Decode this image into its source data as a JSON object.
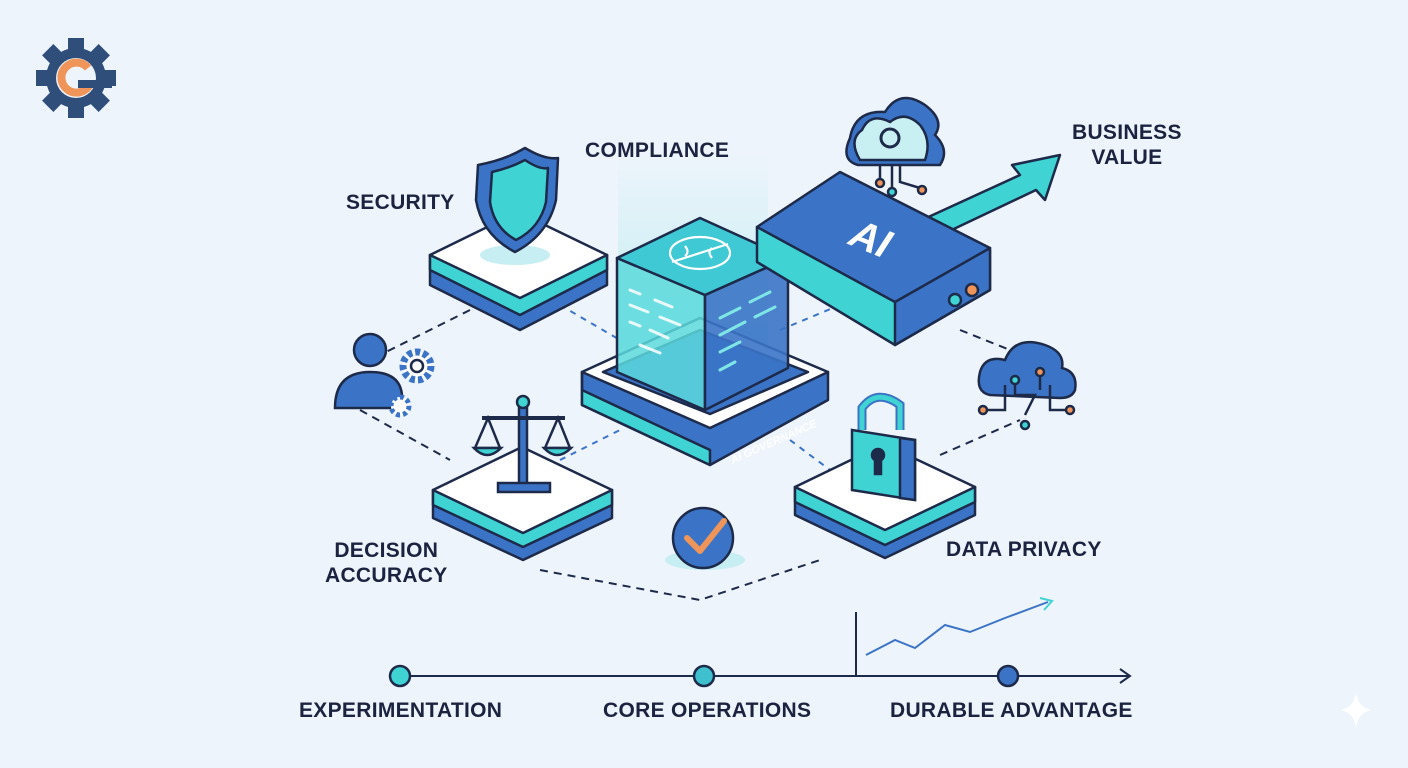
{
  "labels": {
    "compliance": "COMPLIANCE",
    "security": "SECURITY",
    "business_value": [
      "BUSINESS",
      "VALUE"
    ],
    "decision_accuracy": [
      "DECISION",
      "ACCURACY"
    ],
    "data_privacy": "DATA PRIVACY",
    "core": "AI GOVERNANCE",
    "ai_box": "AI"
  },
  "timeline": {
    "stages": [
      "EXPERIMENTATION",
      "CORE OPERATIONS",
      "DURABLE ADVANTAGE"
    ]
  },
  "colors": {
    "background": "#eef4fb",
    "blue": "#3b74c6",
    "teal": "#3fd3d3",
    "outline": "#1d2a4a",
    "orange": "#f0955a"
  }
}
